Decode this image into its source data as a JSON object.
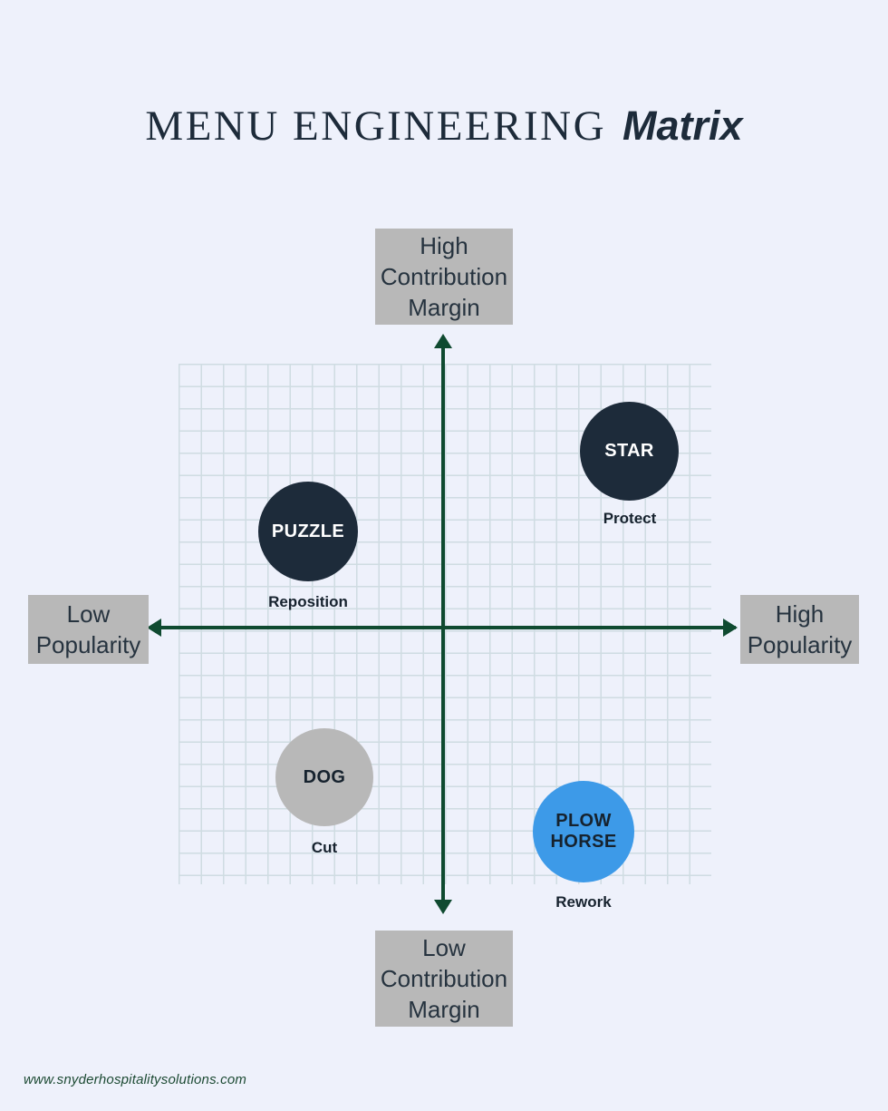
{
  "title": {
    "main": "MENU ENGINEERING",
    "accent": "Matrix"
  },
  "axes": {
    "top_label": {
      "line1": "High",
      "line2": "Contribution",
      "line3": "Margin"
    },
    "bottom_label": {
      "line1": "Low",
      "line2": "Contribution",
      "line3": "Margin"
    },
    "left_label": {
      "line1": "Low",
      "line2": "Popularity"
    },
    "right_label": {
      "line1": "High",
      "line2": "Popularity"
    },
    "axis_color": "#0f4a30",
    "label_box_color": "#b8b8b8"
  },
  "quadrants": [
    {
      "key": "star",
      "name": "STAR",
      "caption": "Protect",
      "color": "#1d2b3a",
      "text_color": "#ffffff",
      "quadrant": "high-margin-high-popularity"
    },
    {
      "key": "puzzle",
      "name": "PUZZLE",
      "caption": "Reposition",
      "color": "#1d2b3a",
      "text_color": "#ffffff",
      "quadrant": "high-margin-low-popularity"
    },
    {
      "key": "dog",
      "name": "DOG",
      "caption": "Cut",
      "color": "#b8b8b8",
      "text_color": "#16222e",
      "quadrant": "low-margin-low-popularity"
    },
    {
      "key": "plow_horse",
      "name_line1": "PLOW",
      "name_line2": "HORSE",
      "caption": "Rework",
      "color": "#3d9ae8",
      "text_color": "#16222e",
      "quadrant": "low-margin-high-popularity"
    }
  ],
  "footer": {
    "website": "www.snyderhospitalitysolutions.com"
  },
  "theme": {
    "background": "#eef1fb",
    "grid_line": "#cfdce2"
  }
}
